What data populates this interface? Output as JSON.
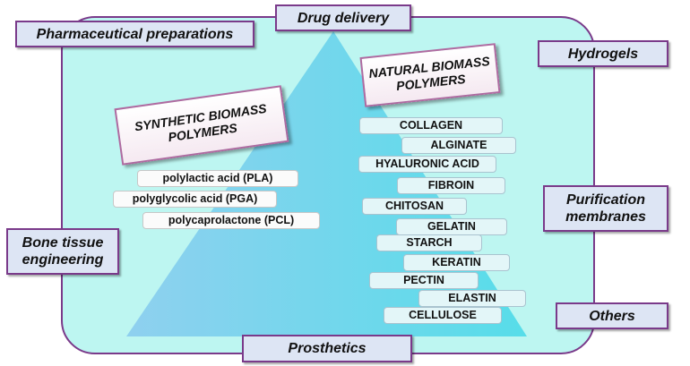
{
  "applications": {
    "drug_delivery": "Drug delivery",
    "pharmaceutical": "Pharmaceutical preparations",
    "hydrogels": "Hydrogels",
    "purification_line1": "Purification",
    "purification_line2": "membranes",
    "bone_line1": "Bone tissue",
    "bone_line2": "engineering",
    "others": "Others",
    "prosthetics": "Prosthetics"
  },
  "synthetic": {
    "title_line1": "SYNTHETIC BIOMASS",
    "title_line2": "POLYMERS",
    "items": [
      "polylactic acid (PLA)",
      "polyglycolic acid (PGA)",
      "polycaprolactone (PCL)"
    ]
  },
  "natural": {
    "title_line1": "NATURAL BIOMASS",
    "title_line2": "POLYMERS",
    "items": [
      "COLLAGEN",
      "ALGINATE",
      "HYALURONIC ACID",
      "FIBROIN",
      "CHITOSAN",
      "GELATIN",
      "STARCH",
      "KERATIN",
      "PECTIN",
      "ELASTIN",
      "CELLULOSE"
    ]
  },
  "colors": {
    "frame_fill": "#bdf6f1",
    "frame_border": "#7a3a8a",
    "pyramid_left": "#8fd0ef",
    "pyramid_right": "#57dde9",
    "app_box_fill": "#dde5f4"
  }
}
